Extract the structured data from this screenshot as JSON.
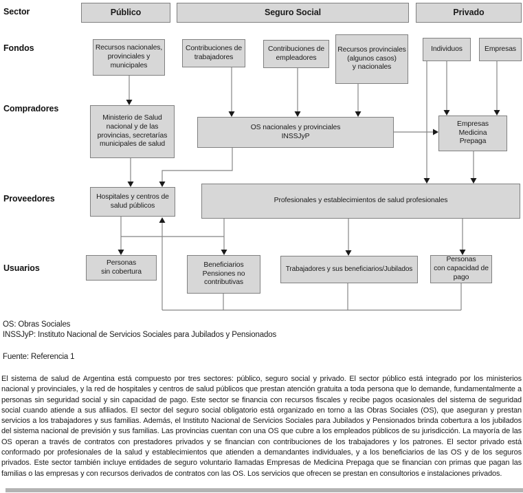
{
  "row_labels": {
    "sector": "Sector",
    "fondos": "Fondos",
    "compradores": "Compradores",
    "proveedores": "Proveedores",
    "usuarios": "Usuarios"
  },
  "sectors": {
    "publico": "Público",
    "seguro_social": "Seguro Social",
    "privado": "Privado"
  },
  "boxes": {
    "recursos_nacionales": "Recursos nacionales,\nprovinciales y\nmunicipales",
    "contribuciones_trabajadores": "Contribuciones de\ntrabajadores",
    "contribuciones_empleadores": "Contribuciones de\nempleadores",
    "recursos_provinciales": "Recursos provinciales\n(algunos casos)\ny nacionales",
    "individuos": "Individuos",
    "empresas": "Empresas",
    "ministerio": "Ministerio de Salud\nnacional y de las\nprovincias, secretarías\nmunicipales de salud",
    "os": "OS nacionales y provinciales\nINSSJyP",
    "empresas_prepaga": "Empresas\nMedicina\nPrepaga",
    "hospitales": "Hospitales y centros de\nsalud públicos",
    "profesionales": "Profesionales y establecimientos de salud profesionales",
    "personas_sin_cobertura": "Personas\nsin cobertura",
    "beneficiarios": "Beneficiarios\nPensiones no\ncontributivas",
    "trabajadores": "Trabajadores y sus beneficiarios/Jubilados",
    "personas_capacidad": "Personas\ncon capacidad de\npago"
  },
  "connections": [
    {
      "from": "Recursos nacionales, provinciales y municipales",
      "to": "Ministerio de Salud"
    },
    {
      "from": "Ministerio de Salud",
      "to": "Hospitales y centros de salud públicos"
    },
    {
      "from": "Contribuciones de trabajadores",
      "to": "OS nacionales y provinciales INSSJyP"
    },
    {
      "from": "Contribuciones de empleadores",
      "to": "OS nacionales y provinciales INSSJyP"
    },
    {
      "from": "Recursos provinciales y nacionales",
      "to": "OS nacionales y provinciales INSSJyP"
    },
    {
      "from": "OS nacionales y provinciales INSSJyP",
      "to": "Hospitales y centros de salud públicos"
    },
    {
      "from": "OS nacionales y provinciales INSSJyP",
      "to": "Empresas Medicina Prepaga"
    },
    {
      "from": "Individuos",
      "to": "Empresas Medicina Prepaga"
    },
    {
      "from": "Individuos",
      "to": "Profesionales y establecimientos de salud profesionales"
    },
    {
      "from": "Empresas",
      "to": "Empresas Medicina Prepaga"
    },
    {
      "from": "Empresas Medicina Prepaga",
      "to": "Profesionales y establecimientos de salud profesionales"
    },
    {
      "from": "Hospitales y centros de salud públicos",
      "to": "Personas sin cobertura"
    },
    {
      "from": "Profesionales y establecimientos de salud profesionales",
      "to": "Beneficiarios Pensiones no contributivas"
    },
    {
      "from": "Profesionales y establecimientos de salud profesionales",
      "to": "Trabajadores y sus beneficiarios/Jubilados"
    },
    {
      "from": "Profesionales y establecimientos de salud profesionales",
      "to": "Personas con capacidad de pago"
    },
    {
      "from": "Beneficiarios / Trabajadores / Personas con capacidad de pago",
      "to": "Hospitales y centros de salud públicos"
    }
  ],
  "notes": {
    "os_definition": "OS: Obras Sociales",
    "inssjyp_definition": "INSSJyP: Instituto Nacional de Servicios Sociales para Jubilados y Pensionados",
    "source": "Fuente: Referencia 1"
  },
  "description": "El sistema de salud de Argentina está compuesto por tres sectores: público, seguro social y privado. El sector público está integrado por los ministerios nacional y provinciales, y la red de hospitales y centros de salud públicos que prestan atención gratuita a toda persona que lo demande, fundamentalmente a personas sin seguridad social y sin capacidad de pago. Este sector se financia con recursos fiscales y recibe pagos ocasionales del sistema de seguridad social cuando atiende a sus afiliados. El sector del seguro social obligatorio está organizado en torno a las Obras Sociales (OS), que aseguran y prestan servicios a los trabajadores y sus familias. Además, el Instituto Nacional de Servicios Sociales para Jubilados y Pensionados brinda cobertura a los jubilados del sistema nacional de previsión y sus familias. Las provincias cuentan con una OS que cubre a los empleados públicos de su jurisdicción. La mayoría de las OS operan a través de contratos con prestadores privados y se financian con contribuciones de los trabajadores y los patrones. El sector privado está conformado por profesionales de la salud y establecimientos que atienden a demandantes individuales, y a los beneficiarios de las OS y de los seguros privados. Este sector también incluye entidades de seguro voluntario llamadas Empresas de Medicina Prepaga que se financian con primas que pagan las familias o las empresas y con recursos derivados de contratos con las OS. Los servicios que ofrecen se prestan en consultorios e instalaciones privados.",
  "colors": {
    "box_fill": "#d7d7d7",
    "box_border": "#7f7f7f",
    "line": "#858585",
    "arrow": "#1a1a1a",
    "text": "#1a1a1a",
    "bottom_bar": "#b3b3b3"
  }
}
